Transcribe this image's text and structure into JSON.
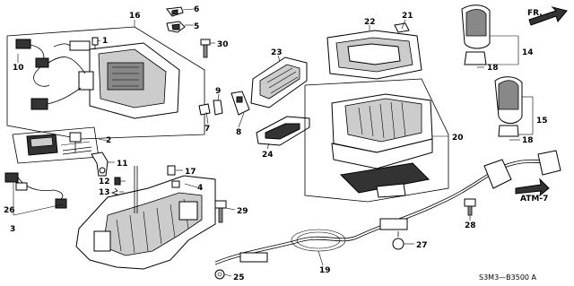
{
  "diagram": {
    "callouts": {
      "p1": "1",
      "p2": "2",
      "p3": "3",
      "p4": "4",
      "p5": "5",
      "p6": "6",
      "p7": "7",
      "p8": "8",
      "p9": "9",
      "p10": "10",
      "p11": "11",
      "p12": "12",
      "p13": "13",
      "p14": "14",
      "p15": "15",
      "p16": "16",
      "p17": "17",
      "p18a": "18",
      "p18b": "18",
      "p19": "19",
      "p20": "20",
      "p21": "21",
      "p22": "22",
      "p23": "23",
      "p24": "24",
      "p25": "25",
      "p26": "26",
      "p27": "27",
      "p28": "28",
      "p29": "29",
      "p30": "30"
    },
    "direction_label": "FR.",
    "reference_label": "ATM-7",
    "diagram_code": "S3M3—B3500 A"
  }
}
